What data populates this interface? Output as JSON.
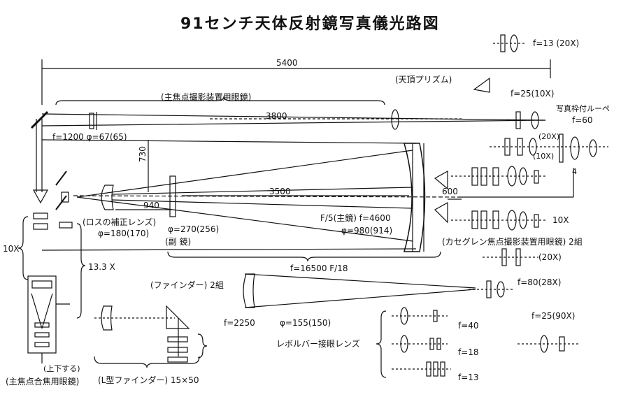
{
  "title": "91センチ天体反射鏡写真儀光路図",
  "dimensions": {
    "total_length": "5400",
    "upper_path": "3800",
    "mid_path": "3500",
    "vertical_offset": "730",
    "short_offset": "940",
    "cass_offset": "600"
  },
  "labels": {
    "prime_focus_eyepiece": "(主焦点撮影装置用眼鏡)",
    "zenith_prism": "(天頂プリズム)",
    "finder_left_params": "f=1200  φ=67(65)",
    "ross_corrector": "(ロスの補正レンズ)",
    "ross_dia": "φ=180(170)",
    "secondary_dia": "φ=270(256)",
    "secondary_label": "(副 鏡)",
    "primary_focal": "F/5(主鏡) f=4600",
    "primary_dia": "φ=980(914)",
    "cass_eyepiece": "(カセグレン焦点撮影装置用眼鏡) 2組",
    "cass_focal": "f=16500 F/18",
    "finder_label": "(ファインダー) 2組",
    "finder_focal": "f=2250",
    "finder_dia": "φ=155(150)",
    "revolver": "レボルバー接眼レンズ",
    "l_finder": "(L型ファインダー) 15×50",
    "prime_focus_focus": "(主焦点合焦用眼鏡)",
    "up_down": "(上下する)",
    "mag_10x_left": "10X",
    "mag_133x": "13.3 X",
    "mag_10x_right": "10X",
    "f13_20x": "f=13 (20X)",
    "f25_10x": "f=25(10X)",
    "photo_loupe": "写真枠付ルーペ",
    "f60": "f=60",
    "mag_20x_a": "(20X)",
    "mag_10x_b": "(10X)",
    "mag_20x_c": "(20X)",
    "f80_28x": "f=80(28X)",
    "f40": "f=40",
    "f18": "f=18",
    "f13": "f=13",
    "f25_90x": "f=25(90X)",
    "marker_4": "4"
  }
}
